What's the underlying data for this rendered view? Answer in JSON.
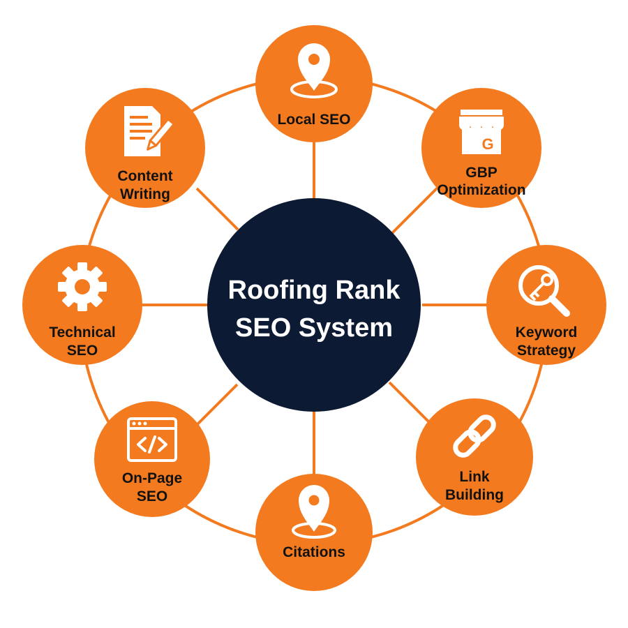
{
  "center": {
    "line1": "Roofing Rank",
    "line2": "SEO System"
  },
  "nodes": [
    {
      "id": "local-seo",
      "lines": [
        "Local SEO"
      ],
      "icon": "map-pin-icon"
    },
    {
      "id": "gbp-optimization",
      "lines": [
        "GBP",
        "Optimization"
      ],
      "icon": "storefront-icon"
    },
    {
      "id": "keyword-strategy",
      "lines": [
        "Keyword",
        "Strategy"
      ],
      "icon": "key-search-icon"
    },
    {
      "id": "link-building",
      "lines": [
        "Link",
        "Building"
      ],
      "icon": "chain-link-icon"
    },
    {
      "id": "citations",
      "lines": [
        "Citations"
      ],
      "icon": "map-pin-icon"
    },
    {
      "id": "on-page-seo",
      "lines": [
        "On-Page",
        "SEO"
      ],
      "icon": "code-window-icon"
    },
    {
      "id": "technical-seo",
      "lines": [
        "Technical",
        "SEO"
      ],
      "icon": "gear-icon"
    },
    {
      "id": "content-writing",
      "lines": [
        "Content",
        "Writing"
      ],
      "icon": "document-pencil-icon"
    }
  ],
  "store_badge": "G",
  "colors": {
    "orange": "#F47A1F",
    "navy": "#0D1A33",
    "white": "#FFFFFF",
    "text": "#111111"
  }
}
